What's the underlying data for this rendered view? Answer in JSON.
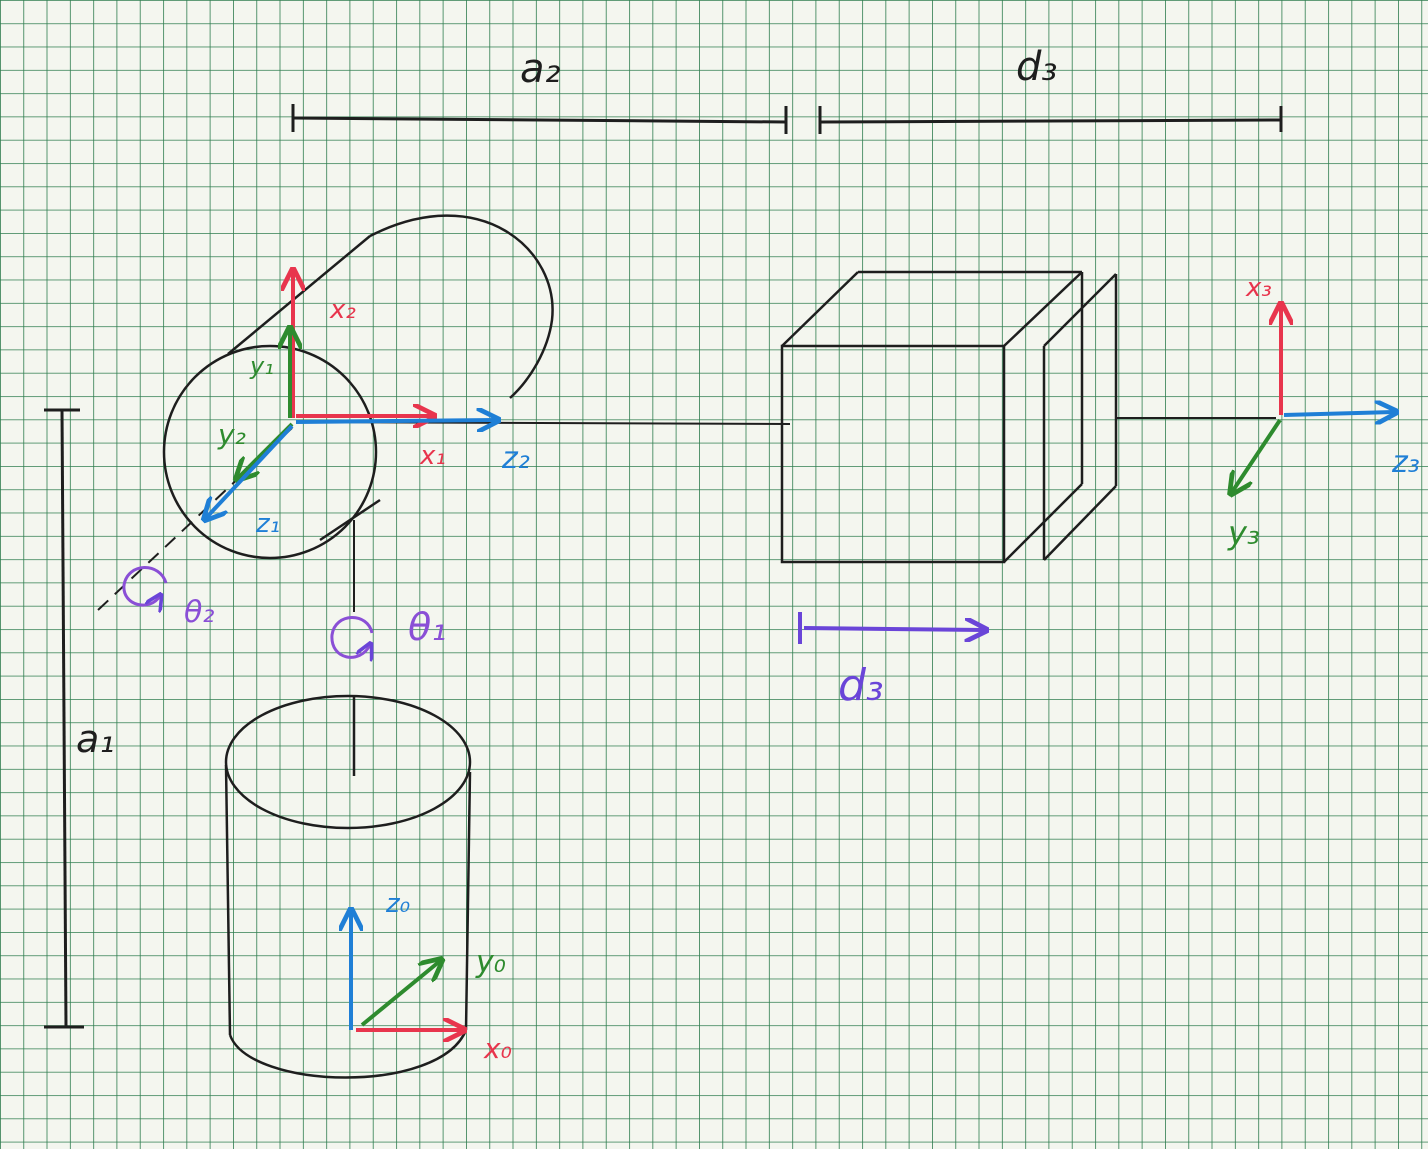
{
  "labels": {
    "a1": "a₁",
    "a2": "a₂",
    "d3_top": "d₃",
    "d3_joint": "d₃",
    "theta1": "θ₁",
    "theta2": "θ₂",
    "x0": "x₀",
    "y0": "y₀",
    "z0": "z₀",
    "x1": "x₁",
    "y1": "y₁",
    "z1": "z₁",
    "x2": "x₂",
    "y2": "y₂",
    "z2": "z₂",
    "x3": "x₃",
    "y3": "y₃",
    "z3": "z₃"
  },
  "colors": {
    "grid": "#2f7d4f",
    "paper": "#f4f6ef",
    "ink": "#1e1e1e",
    "x_axis": "#e8354d",
    "y_axis": "#2e8b2e",
    "z_axis": "#1f7fd6",
    "joint": "#8a4fd6"
  }
}
